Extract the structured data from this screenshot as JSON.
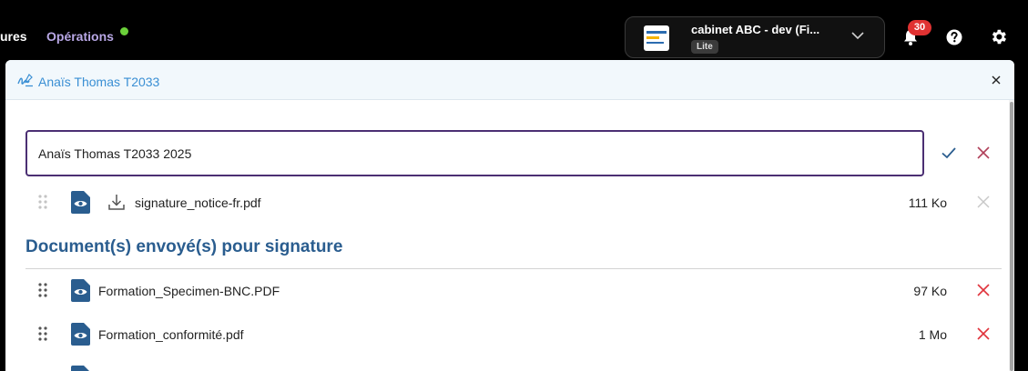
{
  "topnav": {
    "cut_item": "ures",
    "operations": "Opérations",
    "accent": "#b9a8e6",
    "dot_color": "#6bd03a"
  },
  "org": {
    "name": "cabinet ABC - dev (Fi...",
    "badge": "Lite"
  },
  "notifications": {
    "count": "30",
    "badge_color": "#e03232"
  },
  "panel": {
    "title": "Anaïs Thomas T2033",
    "title_color": "#3a8fd4",
    "name_value": "Anaïs Thomas T2033 2025",
    "input_border": "#4b2f73"
  },
  "attachment": {
    "name": "signature_notice-fr.pdf",
    "size": "111 Ko"
  },
  "section": {
    "title": "Document(s) envoyé(s) pour signature",
    "color": "#2a5d8f"
  },
  "documents": [
    {
      "name": "Formation_Specimen-BNC.PDF",
      "size": "97 Ko"
    },
    {
      "name": "Formation_conformité.pdf",
      "size": "1 Mo"
    }
  ],
  "icons": {
    "document": "eye-document-icon",
    "download": "download-icon",
    "remove": "close-icon",
    "drag": "drag-handle-icon"
  }
}
